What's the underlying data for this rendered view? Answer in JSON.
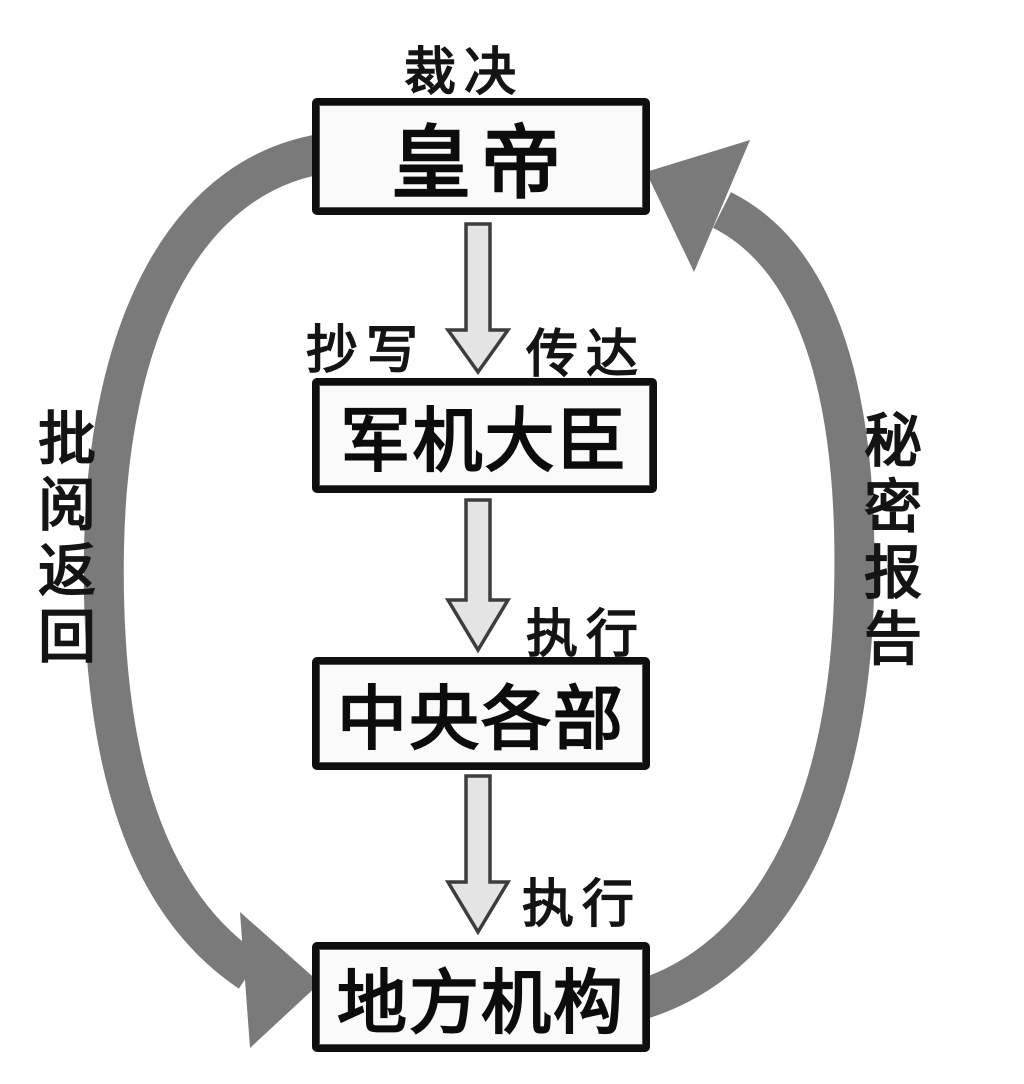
{
  "diagram": {
    "title_label": "裁决",
    "nodes": [
      {
        "id": "emperor",
        "label": "皇帝"
      },
      {
        "id": "grand-council",
        "label": "军机大臣"
      },
      {
        "id": "central-ministries",
        "label": "中央各部"
      },
      {
        "id": "local-agencies",
        "label": "地方机构"
      }
    ],
    "edge_labels": {
      "copy": "抄写",
      "transmit": "传达",
      "execute_1": "执行",
      "execute_2": "执行"
    },
    "loop_labels": {
      "left": "批阅返回",
      "right": "秘密报告"
    },
    "flows": [
      {
        "from": "皇帝",
        "to": "军机大臣",
        "labels": [
          "抄写",
          "传达"
        ]
      },
      {
        "from": "军机大臣",
        "to": "中央各部",
        "labels": [
          "执行"
        ]
      },
      {
        "from": "中央各部",
        "to": "地方机构",
        "labels": [
          "执行"
        ]
      },
      {
        "from": "皇帝",
        "to": "地方机构",
        "labels": [
          "批阅返回"
        ]
      },
      {
        "from": "地方机构",
        "to": "皇帝",
        "labels": [
          "秘密报告"
        ]
      }
    ],
    "colors": {
      "loop_gray": "#7a7a7a",
      "down_arrow_fill": "#e4e4e4",
      "down_arrow_stroke": "#3d3d3d",
      "box_border": "#0f0f0f",
      "box_fill": "#fafafa",
      "text": "#141414",
      "background": "#ffffff"
    }
  }
}
